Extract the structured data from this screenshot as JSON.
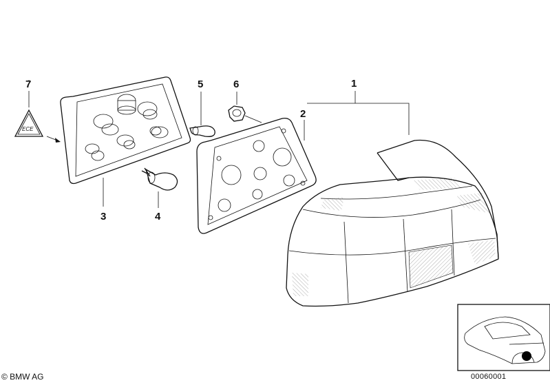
{
  "diagram": {
    "callouts": [
      {
        "id": "1",
        "label": "1"
      },
      {
        "id": "2",
        "label": "2"
      },
      {
        "id": "3",
        "label": "3"
      },
      {
        "id": "4",
        "label": "4"
      },
      {
        "id": "5",
        "label": "5"
      },
      {
        "id": "6",
        "label": "6"
      },
      {
        "id": "7",
        "label": "7"
      }
    ],
    "warning_label_text": "ECE",
    "footer": {
      "copyright": "© BMW AG",
      "document_number": "00060001"
    }
  },
  "icons": {
    "warning_triangle": "warning-triangle-icon",
    "location_marker": "location-dot-icon"
  }
}
